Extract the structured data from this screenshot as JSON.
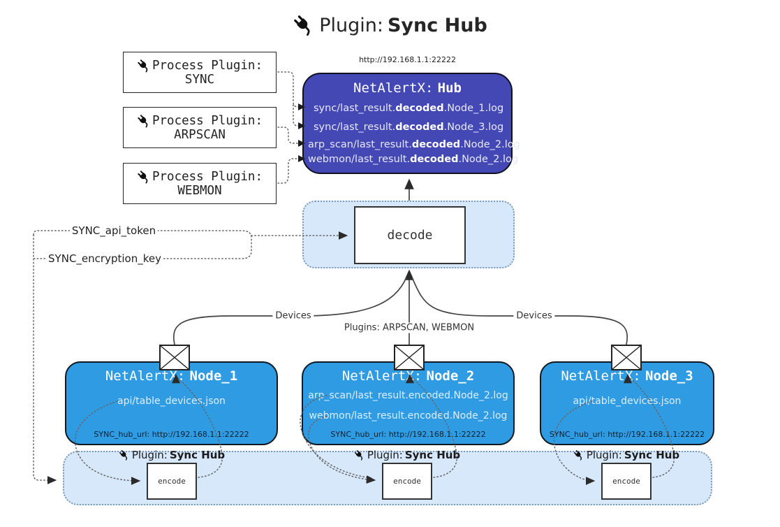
{
  "colors": {
    "hub_bg": "#4348B5",
    "node_bg": "#2F9BE3",
    "panel_bg": "#D7E8FA",
    "panel_border": "#7E99B5",
    "hub_text": "#E8E8F6",
    "node_text": "#DCEEFB"
  },
  "icons": {
    "plug": "plug-icon",
    "envelope": "envelope-icon"
  },
  "title": {
    "prefix": "Plugin:",
    "name": "Sync Hub"
  },
  "process_plugins": [
    {
      "label": "Process Plugin:",
      "name": "SYNC"
    },
    {
      "label": "Process Plugin:",
      "name": "ARPSCAN"
    },
    {
      "label": "Process Plugin:",
      "name": "WEBMON"
    }
  ],
  "hub": {
    "url": "http://192.168.1.1:22222",
    "title_prefix": "NetAlertX:",
    "title_name": "Hub",
    "logs": [
      {
        "pre": "sync/last_result.",
        "bold": "decoded",
        "post": ".Node_1.log"
      },
      {
        "pre": "sync/last_result.",
        "bold": "decoded",
        "post": ".Node_3.log"
      },
      {
        "pre": "arp_scan/last_result.",
        "bold": "decoded",
        "post": ".Node_2.log"
      },
      {
        "pre": "webmon/last_result.",
        "bold": "decoded",
        "post": ".Node_2.log"
      }
    ]
  },
  "decode": {
    "label": "decode"
  },
  "secrets": {
    "api_token": "SYNC_api_token",
    "encryption_key": "SYNC_encryption_key"
  },
  "edges": {
    "devices_left": "Devices",
    "devices_right": "Devices",
    "plugins_mid": "Plugins: ARPSCAN, WEBMON"
  },
  "nodes": [
    {
      "title_prefix": "NetAlertX:",
      "name": "Node_1",
      "lines": [
        "api/table_devices.json"
      ],
      "footer": "SYNC_hub_url: http://192.168.1.1:22222"
    },
    {
      "title_prefix": "NetAlertX:",
      "name": "Node_2",
      "lines": [
        "arp_scan/last_result.encoded.Node_2.log",
        "webmon/last_result.encoded.Node_2.log"
      ],
      "footer": "SYNC_hub_url: http://192.168.1.1:22222"
    },
    {
      "title_prefix": "NetAlertX:",
      "name": "Node_3",
      "lines": [
        "api/table_devices.json"
      ],
      "footer": "SYNC_hub_url: http://192.168.1.1:22222"
    }
  ],
  "stations": [
    {
      "prefix": "Plugin:",
      "name": "Sync Hub",
      "box_label": "encode"
    },
    {
      "prefix": "Plugin:",
      "name": "Sync Hub",
      "box_label": "encode"
    },
    {
      "prefix": "Plugin:",
      "name": "Sync Hub",
      "box_label": "encode"
    }
  ]
}
